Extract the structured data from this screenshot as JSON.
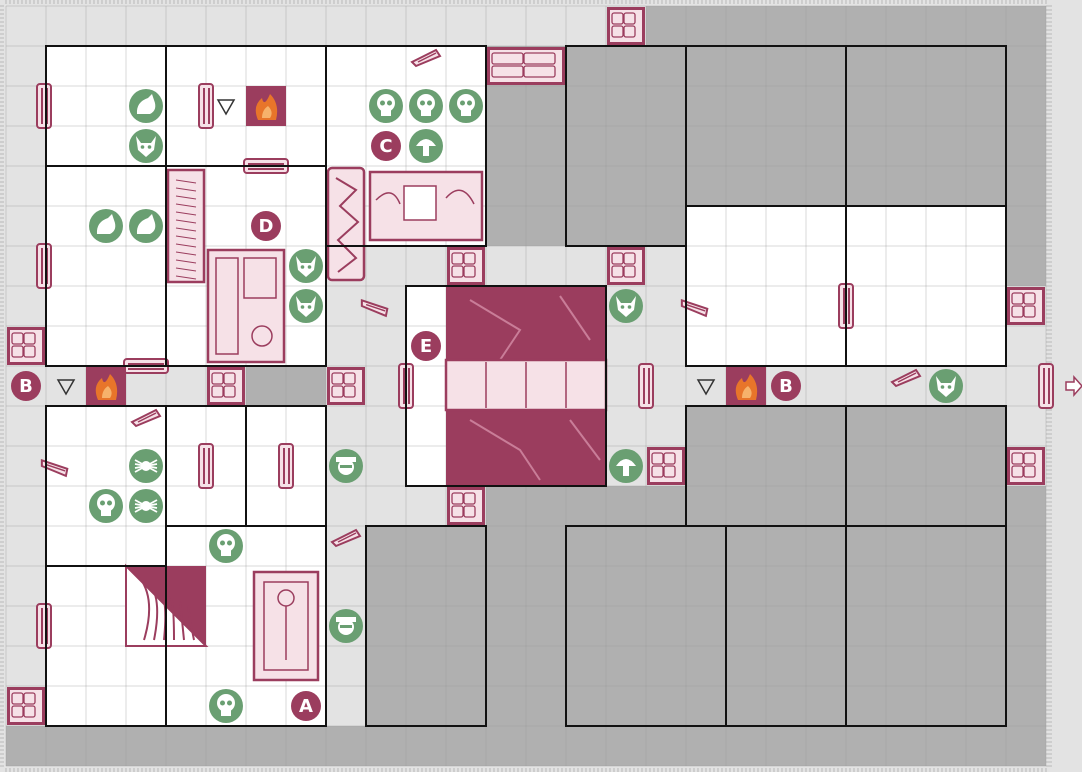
{
  "map": {
    "cols": 26,
    "rows": 18,
    "colors": {
      "wall": "#b0b0b0",
      "corridor": "#e3e3e3",
      "room": "#ffffff",
      "accent": "#9b3d5e",
      "accent_light": "#f6e1e7",
      "monster": "#6a9f72",
      "trap": "#e8752a",
      "grid": "#999999",
      "room_border": "#111111"
    }
  },
  "room_labels": [
    {
      "id": "A",
      "text": "A"
    },
    {
      "id": "B-left",
      "text": "B"
    },
    {
      "id": "B-right",
      "text": "B"
    },
    {
      "id": "C",
      "text": "C"
    },
    {
      "id": "D",
      "text": "D"
    },
    {
      "id": "E",
      "text": "E"
    }
  ],
  "monsters": [
    {
      "kind": "rat",
      "icon": "rat-icon"
    },
    {
      "kind": "wolf",
      "icon": "wolf-icon"
    },
    {
      "kind": "rat",
      "icon": "rat-icon"
    },
    {
      "kind": "rat",
      "icon": "rat-icon"
    },
    {
      "kind": "skull",
      "icon": "skull-icon"
    },
    {
      "kind": "skull",
      "icon": "skull-icon"
    },
    {
      "kind": "skull",
      "icon": "skull-icon"
    },
    {
      "kind": "fungus",
      "icon": "fungus-icon"
    },
    {
      "kind": "demon",
      "icon": "demon-icon"
    },
    {
      "kind": "demon",
      "icon": "demon-icon"
    },
    {
      "kind": "spider",
      "icon": "spider-icon"
    },
    {
      "kind": "spider",
      "icon": "spider-icon"
    },
    {
      "kind": "skull",
      "icon": "skull-icon"
    },
    {
      "kind": "bandit",
      "icon": "bandit-icon"
    },
    {
      "kind": "skull",
      "icon": "skull-icon"
    },
    {
      "kind": "bandit",
      "icon": "bandit-icon"
    },
    {
      "kind": "skull",
      "icon": "skull-icon"
    },
    {
      "kind": "imp",
      "icon": "imp-icon"
    },
    {
      "kind": "fungus",
      "icon": "fungus-icon"
    },
    {
      "kind": "beast",
      "icon": "beast-icon"
    }
  ],
  "traps": [
    {
      "kind": "fire-trap",
      "icon": "fire-trap-icon"
    },
    {
      "kind": "fire-trap",
      "icon": "fire-trap-icon"
    },
    {
      "kind": "fire-trap",
      "icon": "fire-trap-icon"
    }
  ],
  "markers": [
    {
      "kind": "start-triangle",
      "icon": "start-triangle-icon"
    },
    {
      "kind": "start-triangle",
      "icon": "start-triangle-icon"
    },
    {
      "kind": "start-triangle",
      "icon": "start-triangle-icon"
    },
    {
      "kind": "exit-arrow",
      "icon": "exit-arrow-icon"
    }
  ],
  "overlays": [
    {
      "kind": "bookcase",
      "icon": "bookcase-icon"
    },
    {
      "kind": "rubble",
      "icon": "rubble-icon"
    },
    {
      "kind": "cabinet",
      "icon": "cabinet-icon"
    },
    {
      "kind": "altar",
      "icon": "altar-icon"
    },
    {
      "kind": "sarcophagus",
      "icon": "sarcophagus-icon"
    },
    {
      "kind": "stairs",
      "icon": "stairs-icon"
    },
    {
      "kind": "chasm",
      "icon": "chasm-icon"
    },
    {
      "kind": "bridge",
      "icon": "bridge-icon"
    }
  ]
}
